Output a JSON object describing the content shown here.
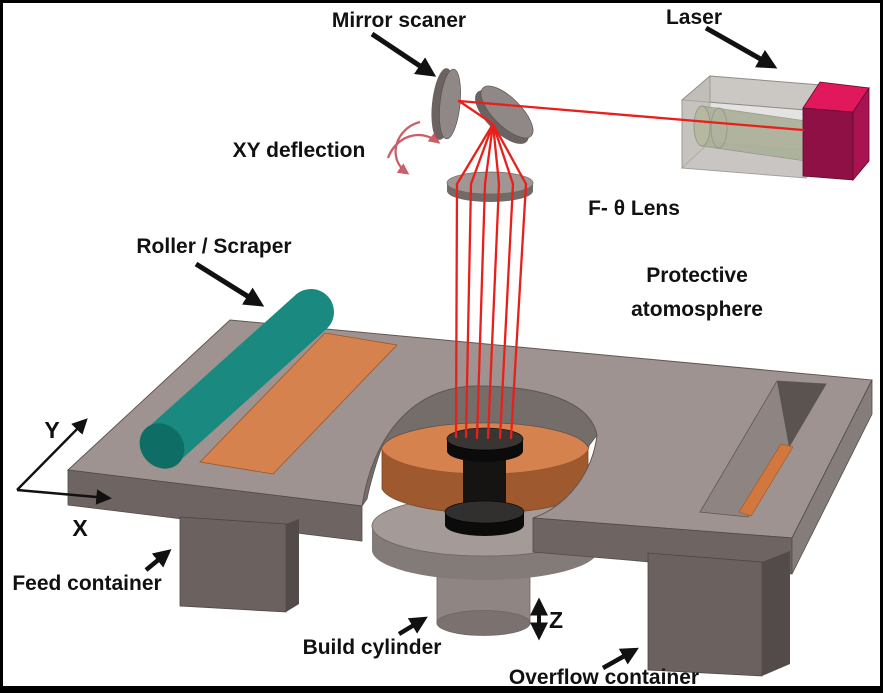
{
  "diagram": {
    "labels": {
      "mirror_scanner": "Mirror scaner",
      "laser": "Laser",
      "xy_deflection": "XY deflection",
      "f_theta_lens": "F- θ Lens",
      "protective_line1": "Protective",
      "protective_line2": "atomosphere",
      "roller_scraper": "Roller / Scraper",
      "feed_container": "Feed container",
      "build_cylinder": "Build cylinder",
      "overflow_container": "Overflow container"
    },
    "axes": {
      "x": "X",
      "y": "Y",
      "z": "Z"
    },
    "colors": {
      "background": "#ffffff",
      "frame_border": "#000000",
      "laser_beam_red": "#e8201c",
      "laser_cube_top": "#e2185d",
      "laser_cube_front": "#8e1044",
      "laser_housing_gray": "#c6c3bf",
      "laser_rod_green": "#97a17c",
      "optics_gray": "#908886",
      "table_top_gray": "#9e9390",
      "table_front_gray": "#6e6562",
      "powder_orange": "#d5824f",
      "powder_cut_brown": "#9e5a2e",
      "roller_teal": "#1a8a80",
      "build_part_black": "#161413",
      "label_text": "#111111"
    }
  }
}
